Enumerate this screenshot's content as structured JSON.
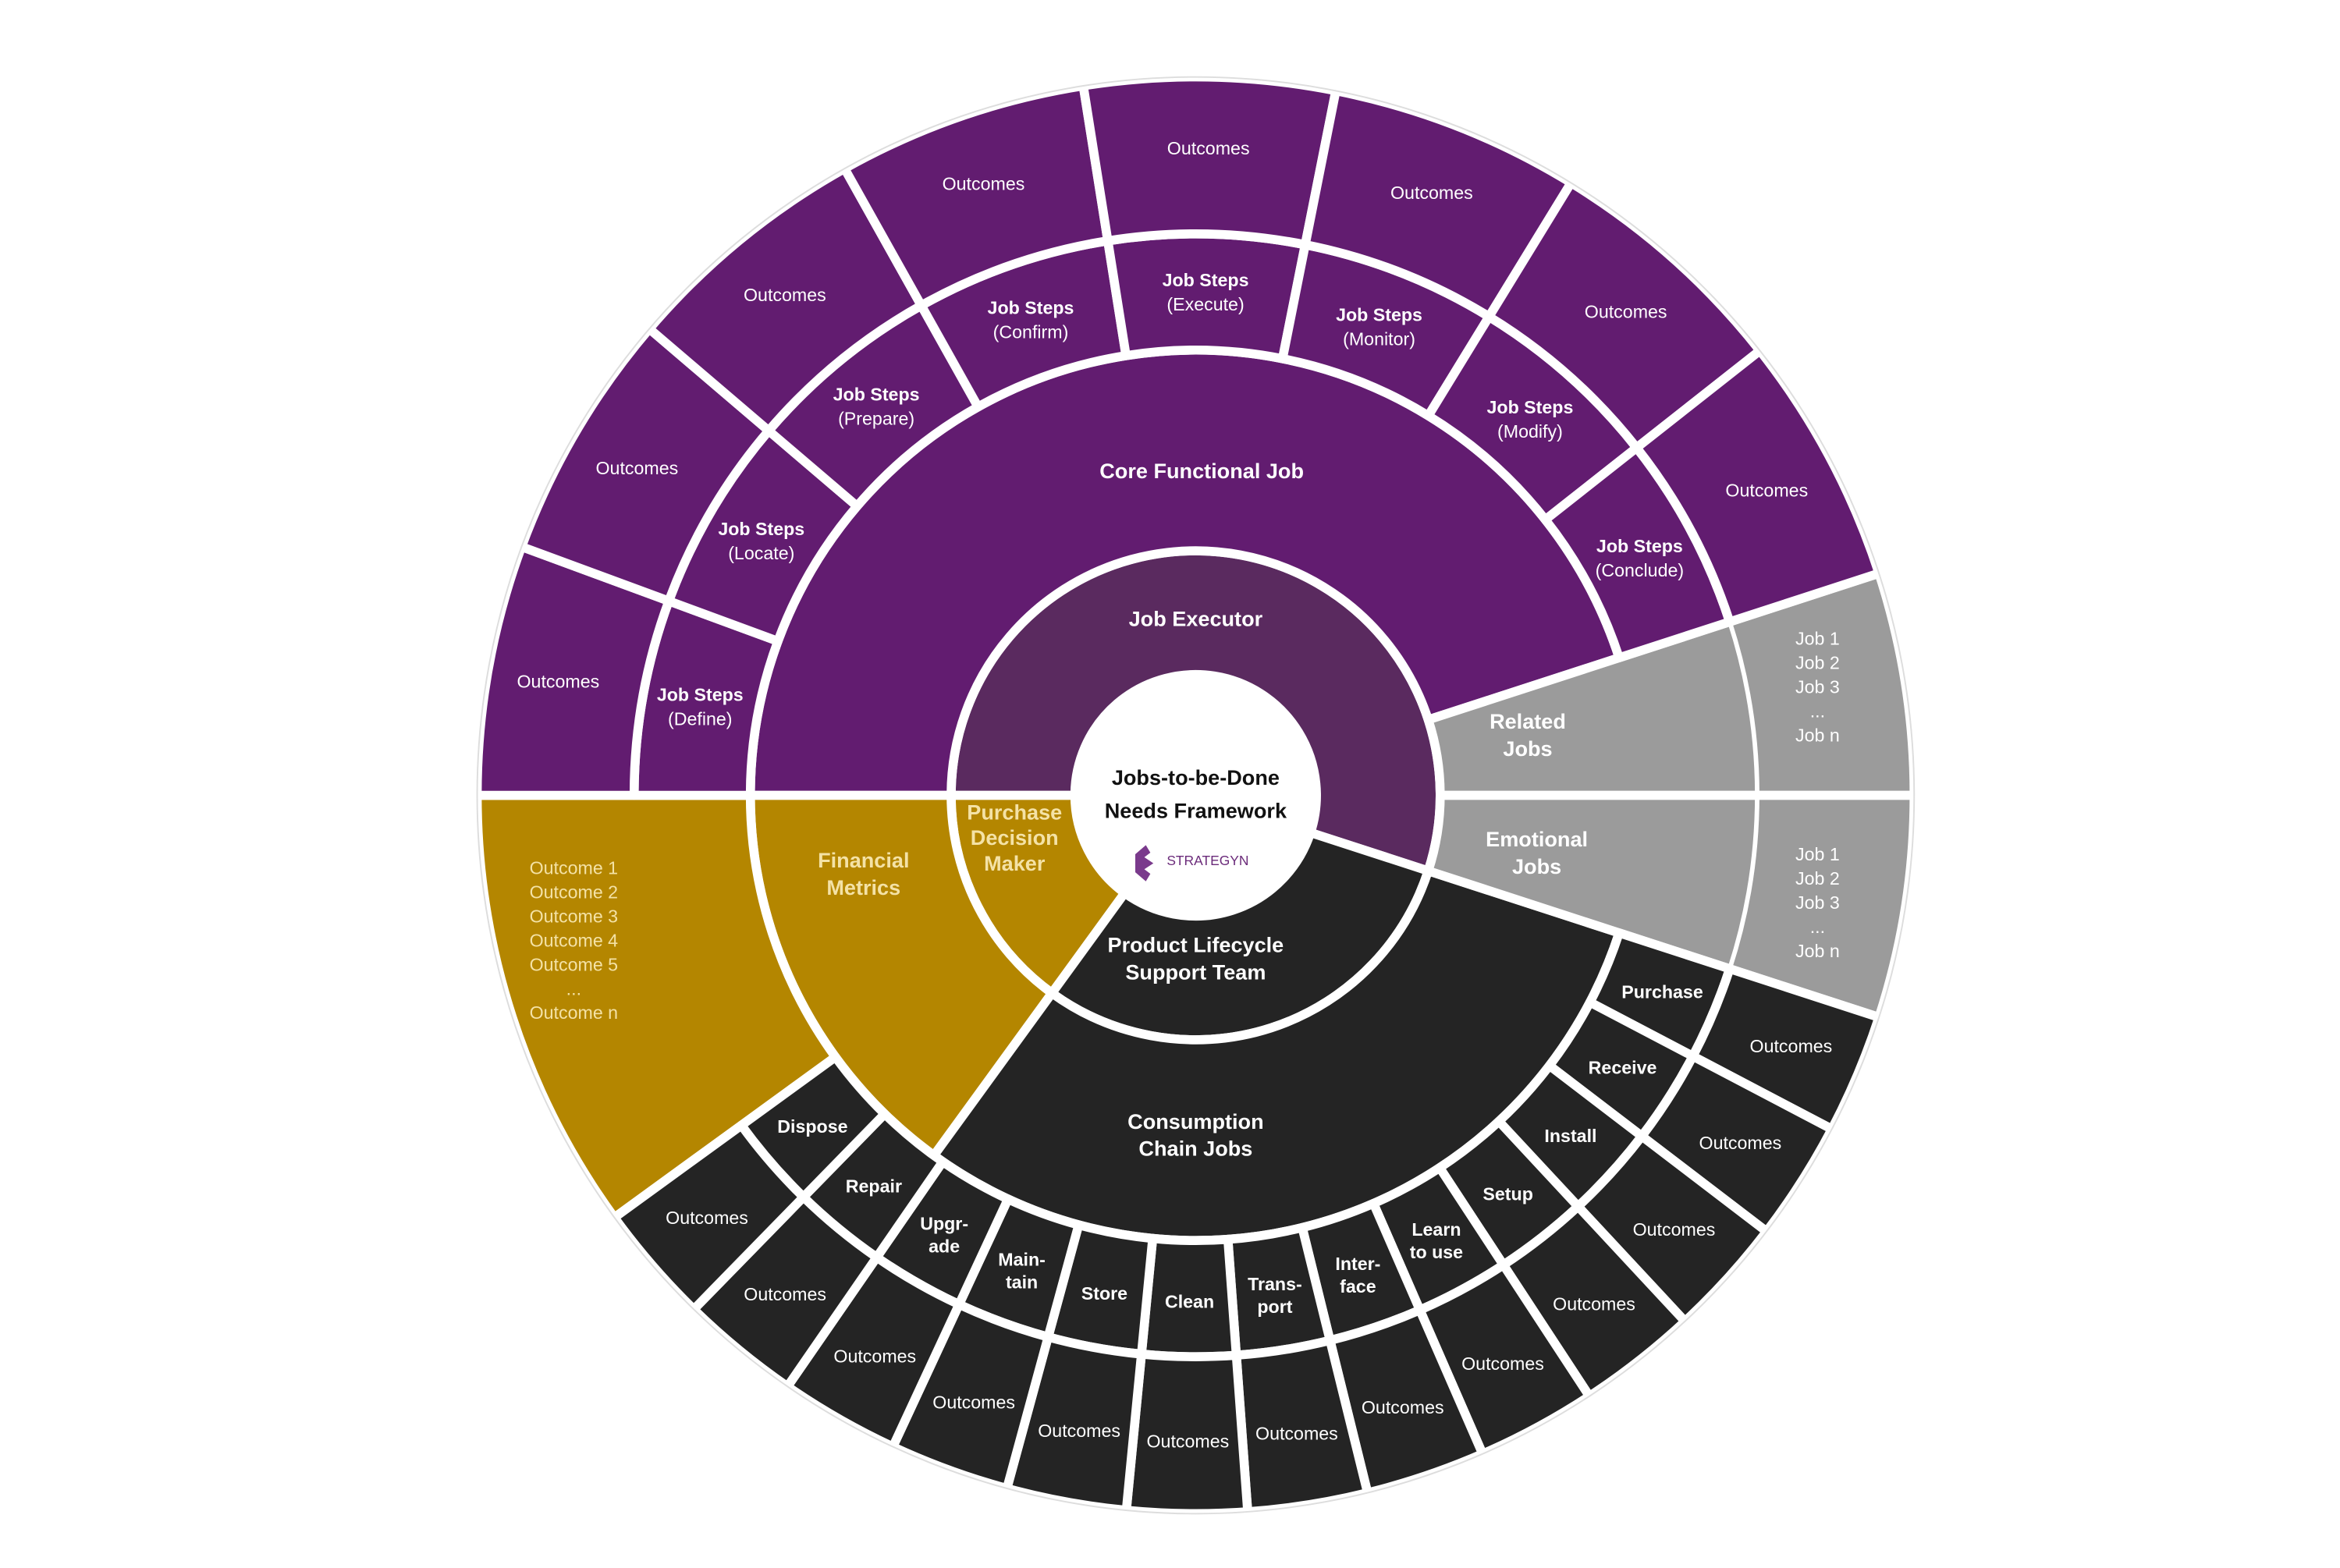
{
  "colors": {
    "purple": "#621c70",
    "purple_dark": "#5a2a5f",
    "gold": "#b48600",
    "gray": "#9b9b9b",
    "black": "#242424",
    "white": "#ffffff",
    "gold_text": "#f4e2a6"
  },
  "center": {
    "line1": "Jobs-to-be-Done",
    "line2": "Needs Framework",
    "logo_text": "STRATEGYN",
    "logo_icon": "strategyn-logo-icon"
  },
  "ring1": {
    "job_executor": "Job Executor",
    "purchase_decision_maker": [
      "Purchase",
      "Decision",
      "Maker"
    ],
    "product_lifecycle_support_team": [
      "Product Lifecycle",
      "Support Team"
    ]
  },
  "ring2": {
    "core_functional_job": "Core Functional Job",
    "financial_metrics": [
      "Financial",
      "Metrics"
    ],
    "consumption_chain_jobs": [
      "Consumption",
      "Chain Jobs"
    ],
    "related_jobs": [
      "Related",
      "Jobs"
    ],
    "emotional_jobs": [
      "Emotional",
      "Jobs"
    ]
  },
  "job_steps": [
    {
      "title": "Job Steps",
      "sub": "(Define)"
    },
    {
      "title": "Job Steps",
      "sub": "(Locate)"
    },
    {
      "title": "Job Steps",
      "sub": "(Prepare)"
    },
    {
      "title": "Job Steps",
      "sub": "(Confirm)"
    },
    {
      "title": "Job Steps",
      "sub": "(Execute)"
    },
    {
      "title": "Job Steps",
      "sub": "(Monitor)"
    },
    {
      "title": "Job Steps",
      "sub": "(Modify)"
    },
    {
      "title": "Job Steps",
      "sub": "(Conclude)"
    }
  ],
  "consumption_steps": [
    [
      "Purchase"
    ],
    [
      "Receive"
    ],
    [
      "Install"
    ],
    [
      "Setup"
    ],
    [
      "Learn",
      "to use"
    ],
    [
      "Inter-",
      "face"
    ],
    [
      "Trans-",
      "port"
    ],
    [
      "Clean"
    ],
    [
      "Store"
    ],
    [
      "Main-",
      "tain"
    ],
    [
      "Upgr-",
      "ade"
    ],
    [
      "Repair"
    ],
    [
      "Dispose"
    ]
  ],
  "outcomes_label": "Outcomes",
  "financial_outcomes": [
    "Outcome 1",
    "Outcome 2",
    "Outcome 3",
    "Outcome 4",
    "Outcome 5",
    "...",
    "Outcome n"
  ],
  "related_jobs_list": [
    "Job 1",
    "Job 2",
    "Job 3",
    "...",
    "Job n"
  ],
  "emotional_jobs_list": [
    "Job 1",
    "Job 2",
    "Job 3",
    "...",
    "Job n"
  ]
}
